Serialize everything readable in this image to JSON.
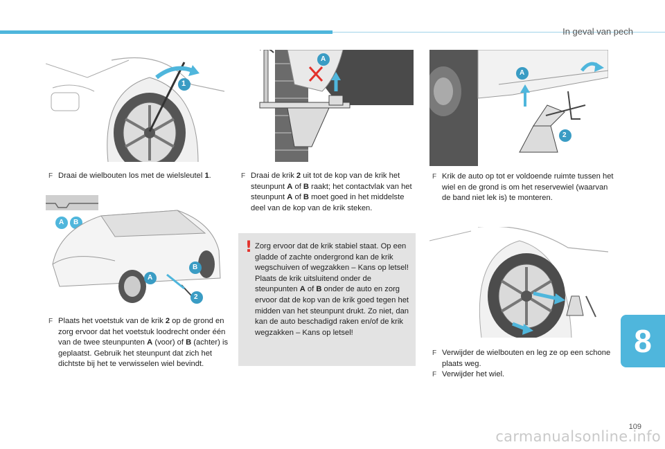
{
  "header": {
    "section_title": "In geval van pech"
  },
  "chapter": {
    "number": "8"
  },
  "page": {
    "number": "109"
  },
  "figures": {
    "fig1": {
      "callout_1": "1"
    },
    "fig2": {
      "callout_a": "A",
      "callout_b": "B",
      "callout_a2": "A",
      "callout_b2": "B",
      "callout_2": "2"
    },
    "fig3": {
      "callout_a": "A"
    },
    "fig4": {
      "callout_a": "A",
      "callout_2": "2"
    }
  },
  "steps": {
    "s1": {
      "before": "Draai de wielbouten los met de wielsleutel ",
      "b1": "1",
      "after": "."
    },
    "s2": {
      "t1": "Plaats het voetstuk van de krik ",
      "b1": "2",
      "t2": " op de grond en zorg ervoor dat het voetstuk loodrecht onder één van de twee steunpunten ",
      "b2": "A",
      "t3": " (voor) of ",
      "b3": "B",
      "t4": " (achter) is geplaatst. Gebruik het steunpunt dat zich het dichtste bij het te verwisselen wiel bevindt."
    },
    "s3": {
      "t1": "Draai de krik ",
      "b1": "2",
      "t2": " uit tot de kop van de krik het steunpunt ",
      "b2": "A",
      "t3": " of ",
      "b3": "B",
      "t4": " raakt; het contactvlak van het steunpunt ",
      "b4": "A",
      "t5": " of ",
      "b5": "B",
      "t6": " moet goed in het middelste deel van de kop van de krik steken."
    },
    "s4": {
      "text": "Krik de auto op tot er voldoende ruimte tussen het wiel en de grond is om het reservewiel (waarvan de band niet lek is) te monteren."
    },
    "s5": {
      "text": "Verwijder de wielbouten en leg ze op een schone plaats weg."
    },
    "s6": {
      "text": "Verwijder het wiel."
    }
  },
  "warning": {
    "t1": "Zorg ervoor dat de krik stabiel staat. Op een gladde of zachte ondergrond kan de krik wegschuiven of wegzakken – Kans op letsel! Plaats de krik uitsluitend onder de steunpunten ",
    "b1": "A",
    "t2": " of ",
    "b2": "B",
    "t3": " onder de auto en zorg ervoor dat de kop van de krik goed tegen het midden van het steunpunt drukt. Zo niet, dan kan de auto beschadigd raken en/of de krik wegzakken – Kans op letsel!"
  },
  "checkbox_glyph": "F",
  "watermark": "carmanualsonline.info",
  "colors": {
    "accent": "#4fb6dc",
    "warning_bg": "#e3e3e3",
    "warning_mark": "#e3312b",
    "callout": "#3a9cc4"
  }
}
